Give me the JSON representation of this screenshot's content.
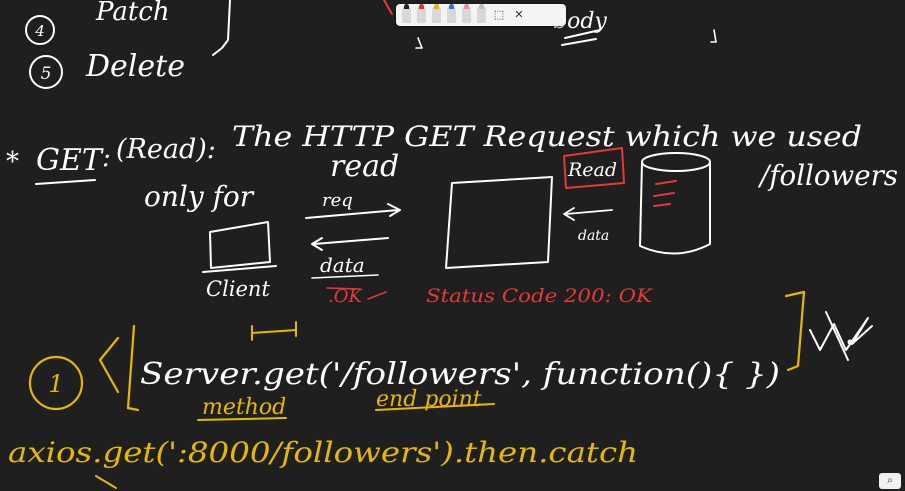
{
  "toolbar": {
    "tools": [
      "pen-black",
      "pen-red",
      "highlighter-yellow",
      "pen-blue",
      "pen-pink",
      "eraser"
    ],
    "tool_colors": [
      "#222222",
      "#e43030",
      "#e8b400",
      "#2f6fdc",
      "#f08aa0",
      "#bdbdbd"
    ],
    "lasso_glyph": "⬚",
    "close_glyph": "✕"
  },
  "zoom_glyph": "⌕",
  "ink_colors": {
    "white": "#ffffff",
    "red": "#e53935",
    "yellow": "#e6b800"
  },
  "notes": {
    "top_list": {
      "item4_num": "4",
      "item4_text": "Patch",
      "item5_num": "5",
      "item5_text": "Delete",
      "top_right_text": "body"
    },
    "get_def": {
      "bullet": "*",
      "keyword": "GET",
      "sep": ":",
      "paren_word": "(Read):",
      "line1_rest": "The HTTP GET Request which we used",
      "line2": "only for",
      "read_word": "read"
    },
    "diagram": {
      "client_label": "Client",
      "req_label": "req",
      "data_label": "data",
      "ok_label": ".OK",
      "status_label": "Status Code 200: OK",
      "read_box": "Read",
      "data_small": "data",
      "endpoint_label": "/followers"
    },
    "code1": {
      "num": "1",
      "line": "Server.get('/followers', function(){ })",
      "method_label": "method",
      "endpoint_label": "end point"
    },
    "axios": {
      "line": "axios.get(':8000/followers').then.catch"
    }
  }
}
